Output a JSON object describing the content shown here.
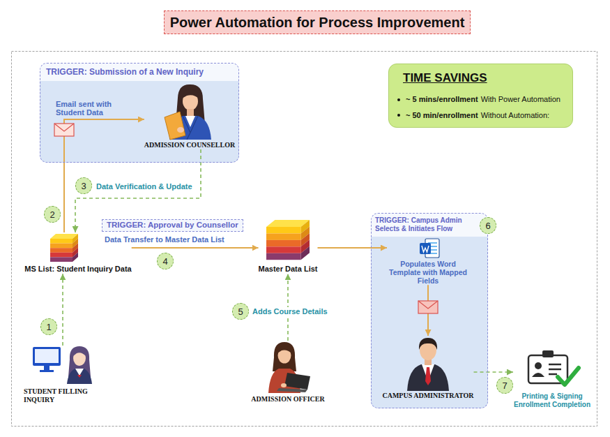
{
  "diagram": {
    "title": "Power Automation for Process Improvement",
    "nodes": [
      {
        "text": [
          "TRIGGER: Submission of a New Inquiry"
        ]
      },
      {
        "text": [
          "ADMISSION COUNSELLOR"
        ],
        "in": 0
      },
      {
        "text": [
          "TIME SAVINGS",
          "~ 5 mins/enrollment",
          "With Power Automation",
          "~ 50 min/enrollment",
          "Without Automation:"
        ]
      },
      {
        "text": [
          "3"
        ]
      },
      {
        "text": [
          "2"
        ]
      },
      {
        "text": [
          "MS List: Student Inquiry Data"
        ]
      },
      {
        "text": [
          "TRIGGER: Approval by Counsellor"
        ]
      },
      {
        "text": [
          "4"
        ]
      },
      {
        "text": [
          "Master Data List"
        ]
      },
      {
        "text": [
          "TRIGGER: Campus Admin Selects & Initiates Flow"
        ]
      },
      {
        "text": [
          "6"
        ]
      },
      {
        "text": [
          "Populates Word Template with Mapped Fields"
        ],
        "in": 9
      },
      {
        "text": [
          "CAMPUS ADMINISTRATOR"
        ],
        "in": 9
      },
      {
        "text": [
          "5"
        ]
      },
      {
        "text": [
          "1"
        ]
      },
      {
        "text": [
          "STUDENT FILLING INQUIRY"
        ]
      },
      {
        "text": [
          "ADMISSION OFFICER"
        ]
      },
      {
        "text": [
          "7"
        ]
      },
      {
        "text": [
          "Printing & Signing Enrollment Completion"
        ]
      }
    ],
    "edges": [
      {
        "from": 5,
        "to": 1,
        "label": "Email sent with Student Data",
        "arrow": "to"
      },
      {
        "from": 1,
        "to": 5,
        "label": "Data Verification & Update",
        "arrow": "to"
      },
      {
        "from": 5,
        "to": 8,
        "label": "Data Transfer to Master Data List",
        "arrow": "to"
      },
      {
        "from": 16,
        "to": 8,
        "label": "Adds Course Details",
        "arrow": "to"
      },
      {
        "from": 8,
        "to": 11,
        "arrow": "to"
      },
      {
        "from": 11,
        "to": 12,
        "arrow": "to"
      },
      {
        "from": 12,
        "to": 18,
        "arrow": "to"
      },
      {
        "from": 15,
        "to": 5,
        "arrow": "to"
      }
    ]
  }
}
